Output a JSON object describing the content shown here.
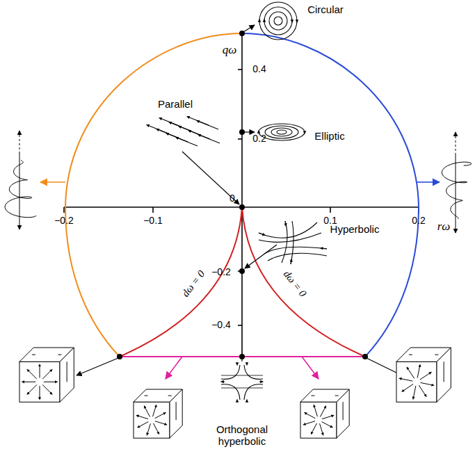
{
  "diagram": {
    "labels": [
      "Circular",
      "qω",
      "0.4",
      "Elliptic",
      "0.2",
      "Parallel",
      "−0.2",
      "−0.1",
      "0",
      "0.1",
      "0.2",
      "rω",
      "Hyperbolic",
      "−0.2",
      "dω = 0",
      "dω = 0",
      "−0.4",
      "Orthogonal hyperbolic"
    ]
  }
}
